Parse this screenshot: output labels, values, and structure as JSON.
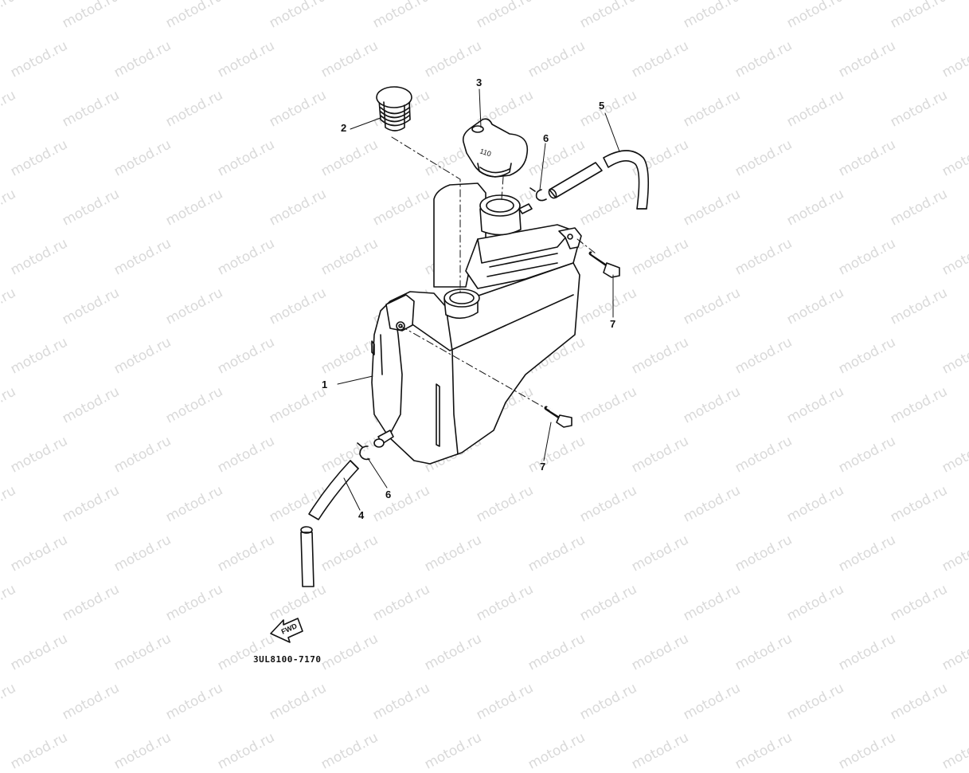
{
  "watermark": {
    "text": "motod.ru"
  },
  "callouts": {
    "tank": "1",
    "plug": "2",
    "cap": "3",
    "hose_lower": "4",
    "hose_upper": "5",
    "clip_upper": "6",
    "clip_lower": "6",
    "bolt_upper": "7",
    "bolt_lower": "7"
  },
  "fwd_label": "FWD",
  "part_code": "3UL8100-7170",
  "cap_text": "110"
}
